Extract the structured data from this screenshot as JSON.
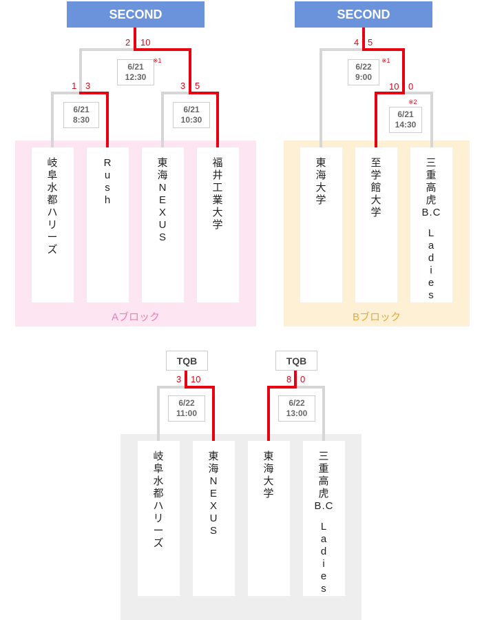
{
  "colors": {
    "winner_line": "#e60012",
    "loser_line": "#d6d6d6",
    "header_blue": "#6b93dc",
    "panel_a": "#fde6f1",
    "panel_b": "#fdf0d4",
    "panel_tqb": "#eeeeee",
    "label_a": "#f07ab6",
    "label_b": "#e8a83a"
  },
  "second_a": {
    "header": "SECOND",
    "block_label": "Aブロック",
    "teams": [
      "岐阜水都ハリーズ",
      "Rush",
      "東海NEXUS",
      "福井工業大学"
    ],
    "final": {
      "date": "6/21",
      "time": "12:30",
      "score_left": "2",
      "score_right": "10",
      "note": "※1"
    },
    "semi_left": {
      "date": "6/21",
      "time": "8:30",
      "score_left": "1",
      "score_right": "3"
    },
    "semi_right": {
      "date": "6/21",
      "time": "10:30",
      "score_left": "3",
      "score_right": "5"
    }
  },
  "second_b": {
    "header": "SECOND",
    "block_label": "Bブロック",
    "teams": [
      "東海大学",
      "至学館大学",
      "三重高虎B.C Ladies"
    ],
    "final": {
      "date": "6/22",
      "time": "9:00",
      "score_left": "4",
      "score_right": "5",
      "note": "※1"
    },
    "semi": {
      "date": "6/21",
      "time": "14:30",
      "score_left": "10",
      "score_right": "0",
      "note": "※2"
    }
  },
  "tqb": {
    "teams": [
      "岐阜水都ハリーズ",
      "東海NEXUS",
      "東海大学",
      "三重高虎B.C Ladies"
    ],
    "match_left": {
      "header": "TQB",
      "date": "6/22",
      "time": "11:00",
      "score_left": "3",
      "score_right": "10"
    },
    "match_right": {
      "header": "TQB",
      "date": "6/22",
      "time": "13:00",
      "score_left": "8",
      "score_right": "0"
    }
  }
}
